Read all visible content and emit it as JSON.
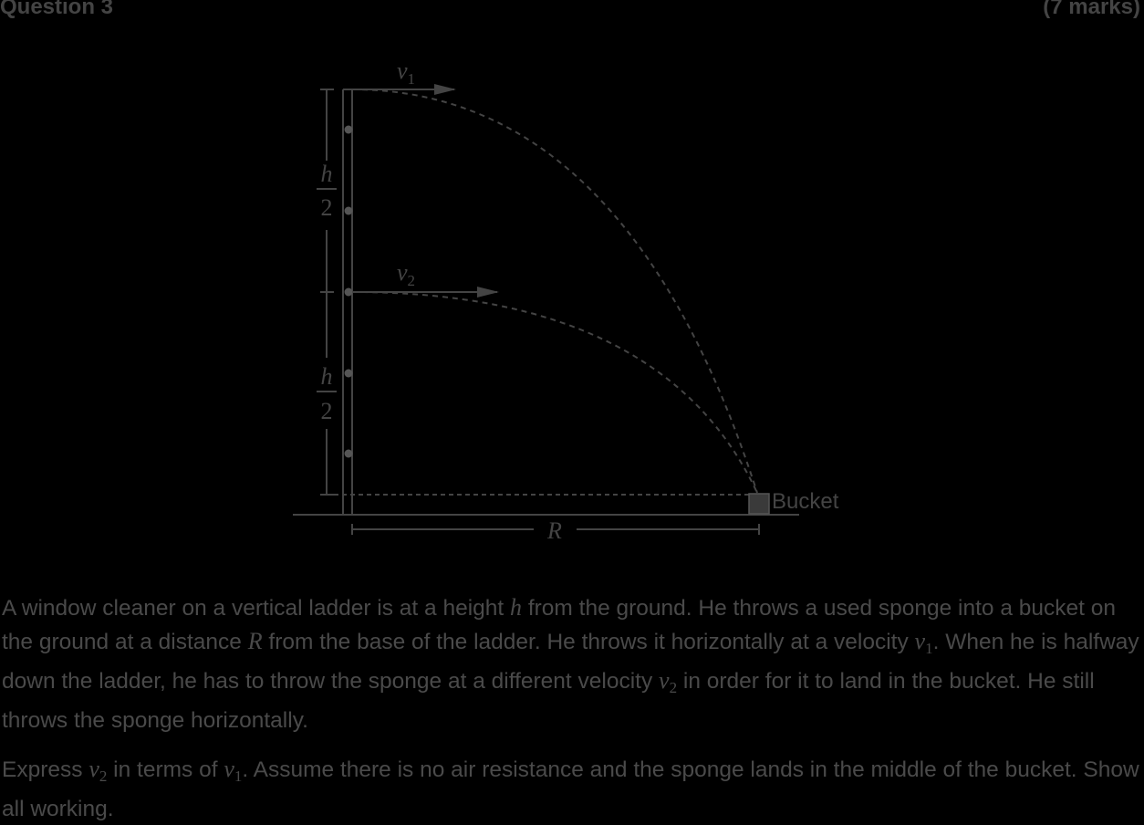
{
  "header": {
    "title": "Question 3",
    "marks": "(7 marks)"
  },
  "diagram": {
    "v1_symbol": "v",
    "v1_subscript": "1",
    "v2_symbol": "v",
    "v2_subscript": "2",
    "half_h_numerator_top": "h",
    "half_h_denominator_top": "2",
    "half_h_numerator_bottom": "h",
    "half_h_denominator_bottom": "2",
    "range_label": "R",
    "bucket_label": "Bucket"
  },
  "question": {
    "p1_seg1": "A window cleaner on a vertical ladder is at a height ",
    "p1_h": "h",
    "p1_seg2": " from the ground. He throws a used sponge into a bucket on the ground at a distance ",
    "p1_R": "R",
    "p1_seg3": " from the base of the ladder. He throws it horizontally at a velocity ",
    "p1_v1": "v",
    "p1_v1_sub": "1",
    "p1_seg4": ". When he is halfway down the ladder, he has to throw the sponge at a different velocity ",
    "p1_v2": "v",
    "p1_v2_sub": "2",
    "p1_seg5": " in order for it to land in the bucket. He still throws the sponge horizontally.",
    "p2_seg1": "Express ",
    "p2_v2": "v",
    "p2_v2_sub": "2",
    "p2_seg2": " in terms of ",
    "p2_v1": "v",
    "p2_v1_sub": "1",
    "p2_seg3": ". Assume there is no air resistance and the sponge lands in the middle of the bucket. Show all working."
  }
}
